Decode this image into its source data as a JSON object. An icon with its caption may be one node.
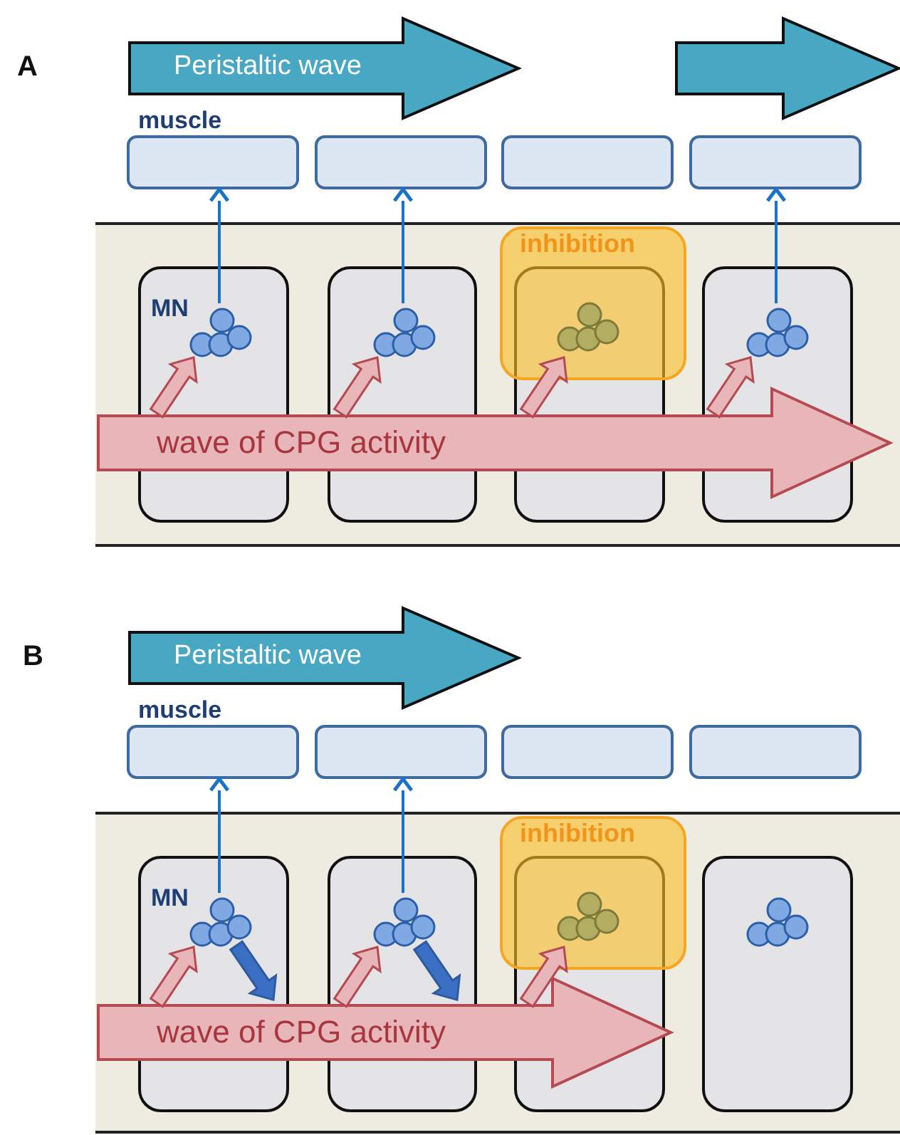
{
  "diagram": {
    "nodes": [
      {
        "text": [
          "Peristaltic wave"
        ]
      },
      {
        "text": [],
        "shape": "arrow"
      },
      {
        "text": [
          "muscle"
        ]
      },
      {
        "text": [],
        "shape": "box"
      },
      {
        "text": [],
        "shape": "box"
      },
      {
        "text": [],
        "shape": "box"
      },
      {
        "text": [],
        "shape": "band"
      },
      {
        "text": [],
        "shape": "box",
        "in": 6
      },
      {
        "text": [],
        "shape": "box",
        "in": 6
      },
      {
        "text": [],
        "shape": "box",
        "in": 6
      },
      {
        "text": [],
        "shape": "box",
        "in": 6
      },
      {
        "text": [
          "inhibition"
        ],
        "in": 6
      },
      {
        "text": [
          "MN"
        ],
        "in": 7
      },
      {
        "text": [],
        "shape": "circle",
        "in": 8
      },
      {
        "text": [],
        "shape": "circle"
      },
      {
        "text": [],
        "shape": "circle",
        "in": 10
      },
      {
        "text": [
          "wave of CPG activity"
        ],
        "in": 6
      },
      {
        "text": [
          "Peristaltic wave"
        ]
      },
      {
        "text": [
          "muscle"
        ]
      },
      {
        "text": [],
        "shape": "box"
      },
      {
        "text": [],
        "shape": "box"
      },
      {
        "text": [],
        "shape": "box"
      },
      {
        "text": [],
        "shape": "band"
      },
      {
        "text": [],
        "shape": "box",
        "in": 22
      },
      {
        "text": [],
        "shape": "box",
        "in": 22
      },
      {
        "text": [],
        "shape": "box",
        "in": 22
      },
      {
        "text": [],
        "shape": "box",
        "in": 22
      },
      {
        "text": [
          "inhibition"
        ],
        "in": 22
      },
      {
        "text": [
          "MN"
        ],
        "in": 23
      },
      {
        "text": [],
        "shape": "circle",
        "in": 24
      },
      {
        "text": [],
        "shape": "circle"
      },
      {
        "text": [],
        "shape": "circle",
        "in": 26
      },
      {
        "text": [
          "wave of CPG activity"
        ],
        "in": 22
      }
    ],
    "edges": [
      {
        "from": 12,
        "to": 2,
        "arrow": "to",
        "color": "#1a73c8"
      },
      {
        "from": 13,
        "to": 3,
        "arrow": "to",
        "color": "#1a73c8"
      },
      {
        "from": 15,
        "to": 5,
        "arrow": "to",
        "color": "#1a73c8"
      },
      {
        "from": 16,
        "to": 12,
        "arrow": "to",
        "style": "thick"
      },
      {
        "from": 16,
        "to": 13,
        "arrow": "to",
        "style": "thick"
      },
      {
        "from": 16,
        "to": 14,
        "arrow": "to",
        "style": "thick"
      },
      {
        "from": 16,
        "to": 15,
        "arrow": "to",
        "style": "thick"
      },
      {
        "from": 28,
        "to": 18,
        "arrow": "to",
        "color": "#1a73c8"
      },
      {
        "from": 29,
        "to": 19,
        "arrow": "to",
        "color": "#1a73c8"
      },
      {
        "from": 32,
        "to": 28,
        "arrow": "to",
        "style": "thick"
      },
      {
        "from": 32,
        "to": 29,
        "arrow": "to",
        "style": "thick"
      },
      {
        "from": 32,
        "to": 30,
        "arrow": "to",
        "style": "thick"
      },
      {
        "from": 28,
        "to": null,
        "arrow": "to",
        "style": "thick",
        "color": "#3b6fc4"
      },
      {
        "from": 29,
        "to": null,
        "arrow": "to",
        "style": "thick",
        "color": "#3b6fc4"
      }
    ],
    "labels": [
      "A",
      "B"
    ]
  }
}
